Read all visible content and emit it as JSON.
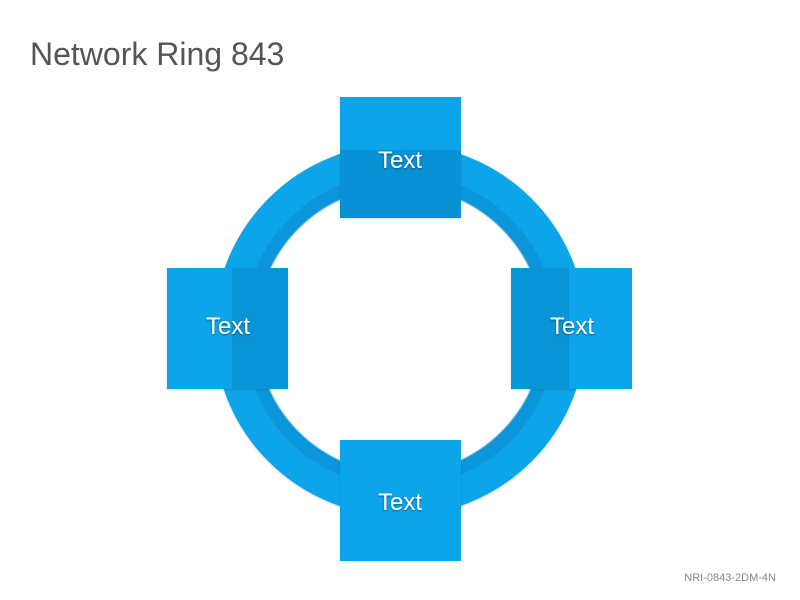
{
  "title": "Network Ring 843",
  "footer_code": "NRI-0843-2DM-4N",
  "colors": {
    "ring": "#0ba5ea",
    "ring_shadow": "#0981c7",
    "node": "#0ba5ea",
    "node_shadow": "#0781c4",
    "label": "#ffffff",
    "title": "#555555"
  },
  "nodes": [
    {
      "position": "top",
      "label": "Text"
    },
    {
      "position": "left",
      "label": "Text"
    },
    {
      "position": "right",
      "label": "Text"
    },
    {
      "position": "bottom",
      "label": "Text"
    }
  ]
}
